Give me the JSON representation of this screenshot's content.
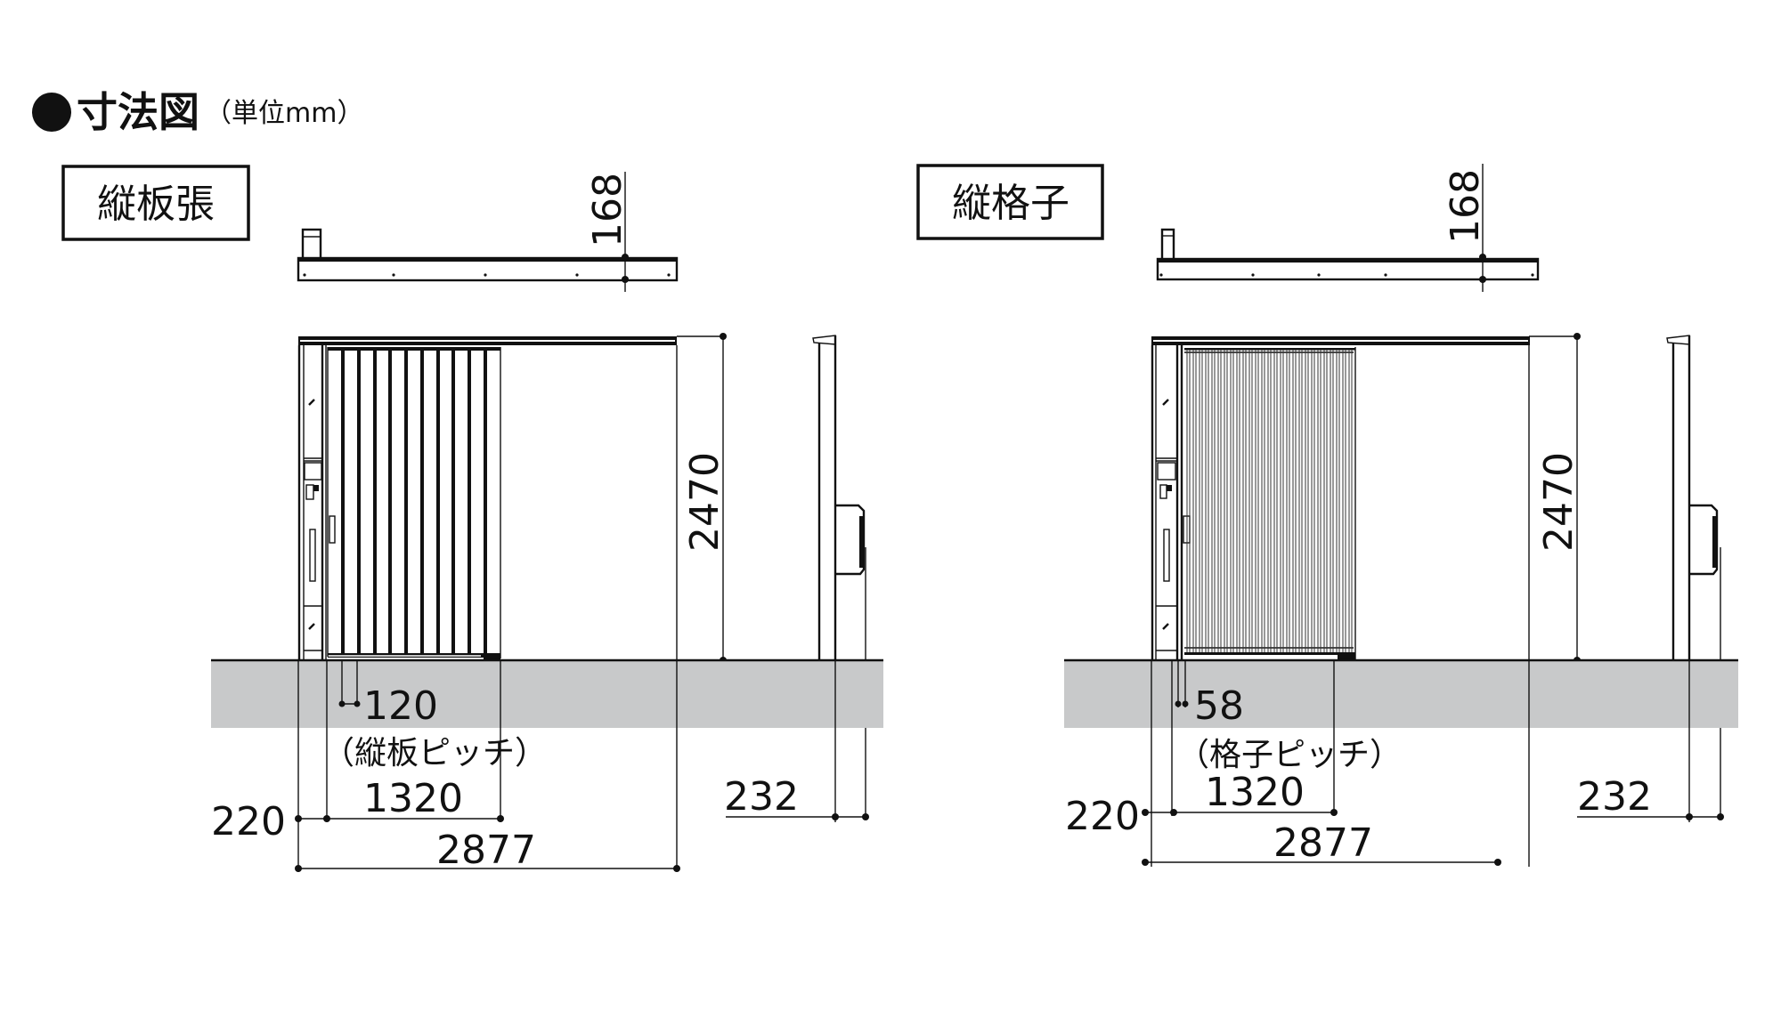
{
  "header": {
    "bullet_icon": "filled-circle",
    "title": "寸法図",
    "unit_note": "（単位mm）"
  },
  "colors": {
    "line": "#111111",
    "ground": "#c8c9ca",
    "background": "#ffffff"
  },
  "diagrams": [
    {
      "label": "縦板張",
      "plan_depth": "168",
      "height": "2470",
      "pitch": "120",
      "pitch_note": "（縦板ピッチ）",
      "side_offset": "220",
      "door_width": "1320",
      "total_width": "2877",
      "post_depth": "232",
      "door_style": "vertical-board"
    },
    {
      "label": "縦格子",
      "plan_depth": "168",
      "height": "2470",
      "pitch": "58",
      "pitch_note": "（格子ピッチ）",
      "side_offset": "220",
      "door_width": "1320",
      "total_width": "2877",
      "post_depth": "232",
      "door_style": "vertical-lattice"
    }
  ]
}
